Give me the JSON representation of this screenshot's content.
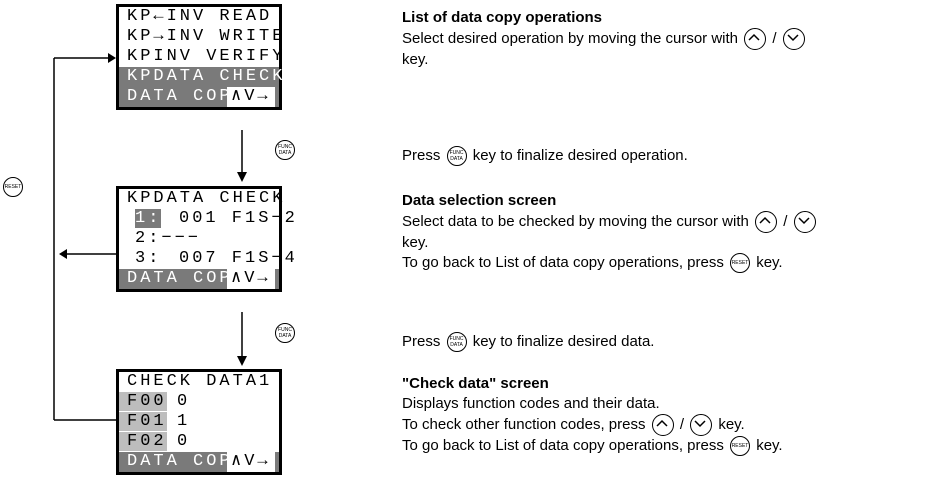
{
  "screen1": {
    "rows": [
      "KP←INV READ",
      "KP→INV WRITE",
      "KPINV VERIFY",
      "KPDATA CHECK",
      "DATA COPY"
    ],
    "footer_arrows": "∧V→"
  },
  "screen2": {
    "rows": [
      "KPDATA CHECK",
      "1:",
      "001 F1S−2",
      "2:−−−",
      "3:",
      "007 F1S−4",
      "DATA COPY"
    ],
    "footer_arrows": "∧V→"
  },
  "screen3": {
    "rows": [
      "CHECK DATA1",
      "F00",
      "0",
      "F01",
      "1",
      "F02",
      "0",
      "DATA COPY"
    ],
    "footer_arrows": "∧V→"
  },
  "buttons": {
    "func": [
      "FUNC",
      "DATA"
    ],
    "reset": "RESET"
  },
  "descriptions": {
    "d1_title": "List of data copy operations",
    "d1_line1a": "Select desired operation by moving the cursor with",
    "d1_line1b": "/",
    "d1_line2": "key.",
    "d2_a": "Press",
    "d2_b": "key to finalize desired operation.",
    "d3_title": "Data selection screen",
    "d3_line1a": "Select data to be checked by moving the cursor with",
    "d3_line1b": "/",
    "d3_line2": "key.",
    "d3_line3a": "To go back to List of data copy operations, press",
    "d3_line3b": "key.",
    "d4_a": "Press",
    "d4_b": "key to finalize desired data.",
    "d5_title": "\"Check data\" screen",
    "d5_line1": "Displays function codes and their data.",
    "d5_line2a": "To check other function codes, press",
    "d5_line2b": "/",
    "d5_line2c": "key.",
    "d5_line3a": "To go back to List of data copy operations, press",
    "d5_line3b": "key."
  }
}
